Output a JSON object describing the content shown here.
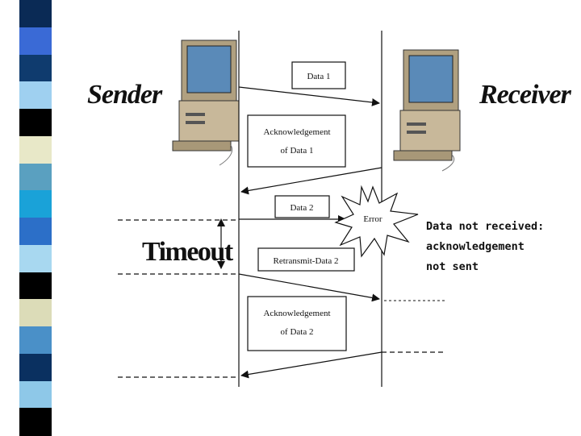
{
  "slide": {
    "decor_stripe_colors": [
      "#0a2a55",
      "#3a6ad6",
      "#0f3b6e",
      "#9fd0f0",
      "#000000",
      "#e8e8c8",
      "#5aa0c0",
      "#1aa2d8",
      "#2c6fc8",
      "#a8d8f0",
      "#000000",
      "#dcdcb8",
      "#4a90c8",
      "#0a3060",
      "#8ec8e8",
      "#000000"
    ]
  },
  "diagram": {
    "sender_title": "Sender",
    "receiver_title": "Receiver",
    "messages": [
      {
        "id": "data1",
        "label": "Data 1",
        "direction": "sender-to-receiver"
      },
      {
        "id": "ack1",
        "label_line1": "Acknowledgement",
        "label_line2": "of Data 1",
        "direction": "receiver-to-sender"
      },
      {
        "id": "data2",
        "label": "Data 2",
        "direction": "sender-to-receiver",
        "lost": true
      },
      {
        "id": "retransmit",
        "label": "Retransmit-Data 2",
        "direction": "sender-to-receiver"
      },
      {
        "id": "ack2",
        "label_line1": "Acknowledgement",
        "label_line2": "of Data 2",
        "direction": "receiver-to-sender"
      }
    ],
    "error_label": "Error",
    "timeout_label": "Timeout",
    "note_lines": [
      "Data not received:",
      "acknowledgement",
      "not sent"
    ],
    "colors": {
      "line": "#111111",
      "monitor_screen": "#5a8ab8",
      "pc_body": "#c8b89a"
    }
  }
}
